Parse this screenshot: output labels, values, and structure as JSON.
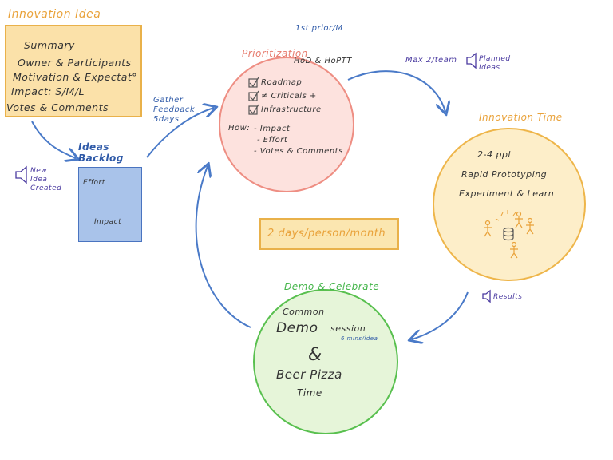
{
  "innovation_idea": {
    "title": "Innovation Idea",
    "items": [
      "Summary",
      "Owner & Participants",
      "Motivation & Expectat°",
      "Impact: S/M/L",
      "Votes & Comments"
    ]
  },
  "new_idea_note": {
    "line1": "New",
    "line2": "Idea",
    "line3": "Created"
  },
  "ideas_backlog": {
    "title_line1": "Ideas",
    "title_line2": "Backlog",
    "effort_label": "Effort",
    "impact_label": "Impact"
  },
  "gather_feedback": {
    "line1": "Gather",
    "line2": "Feedback",
    "line3": "5days"
  },
  "prioritization": {
    "frequency": "1st prior/M",
    "title": "Prioritization",
    "owners": "HoD & HoPTT",
    "checklist": [
      "Roadmap",
      "≠ Criticals +",
      "Infrastructure"
    ],
    "how_label": "How:",
    "how_items": [
      "- Impact",
      "- Effort",
      "- Votes & Comments"
    ]
  },
  "team_limit": {
    "text": "Max 2/team",
    "planned_line1": "Planned",
    "planned_line2": "Ideas"
  },
  "innovation_time": {
    "title": "Innovation Time",
    "people": "2-4 ppl",
    "line1": "Rapid Prototyping",
    "line2": "Experiment & Learn"
  },
  "days_label": "2 days/person/month",
  "results_label": "Results",
  "demo": {
    "title": "Demo & Celebrate",
    "line1": "Common",
    "line2_big": "Demo",
    "line2_small": "session",
    "mins": "6 mins/idea",
    "amp": "&",
    "line3": "Beer Pizza",
    "line4": "Time"
  },
  "colors": {
    "orange": "#e9a23a",
    "blue": "#2f5aa8",
    "pink": "#e67a6c",
    "green": "#44b54a",
    "purple": "#4a3aa0"
  },
  "icons": [
    "megaphone-icon",
    "checkbox-icon",
    "stick-figure-icon",
    "database-icon",
    "arrow-icon"
  ]
}
